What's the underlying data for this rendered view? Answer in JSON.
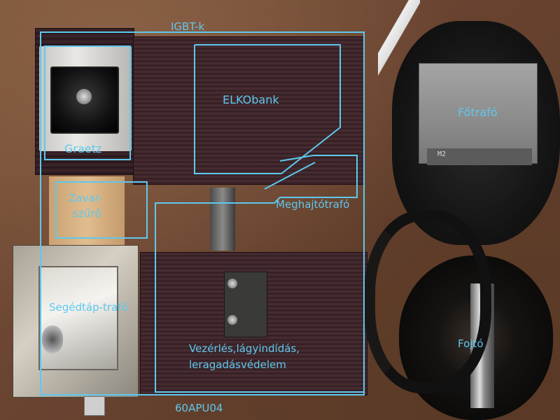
{
  "annotations": {
    "igbt": "IGBT-k",
    "elkobank": "ELKObank",
    "graetz": "Graetz",
    "zavar_line1": "Zavar-",
    "zavar_line2": "szűrő",
    "meghajto": "Meghajtótrafó",
    "segedtap": "Segédtáp-trafó",
    "vezerles_line1": "Vezérlés,lágyindídás,",
    "vezerles_line2": "leragadásvédelem",
    "apu": "60APU04",
    "fotrafo": "Főtrafó",
    "fojto": "Fojtó"
  },
  "transformer_label": "M2",
  "colors": {
    "annotation": "#5ec8ee",
    "heatsink": "#3a2328",
    "wood": "#6b4a33",
    "tape": "#8f8f90"
  }
}
